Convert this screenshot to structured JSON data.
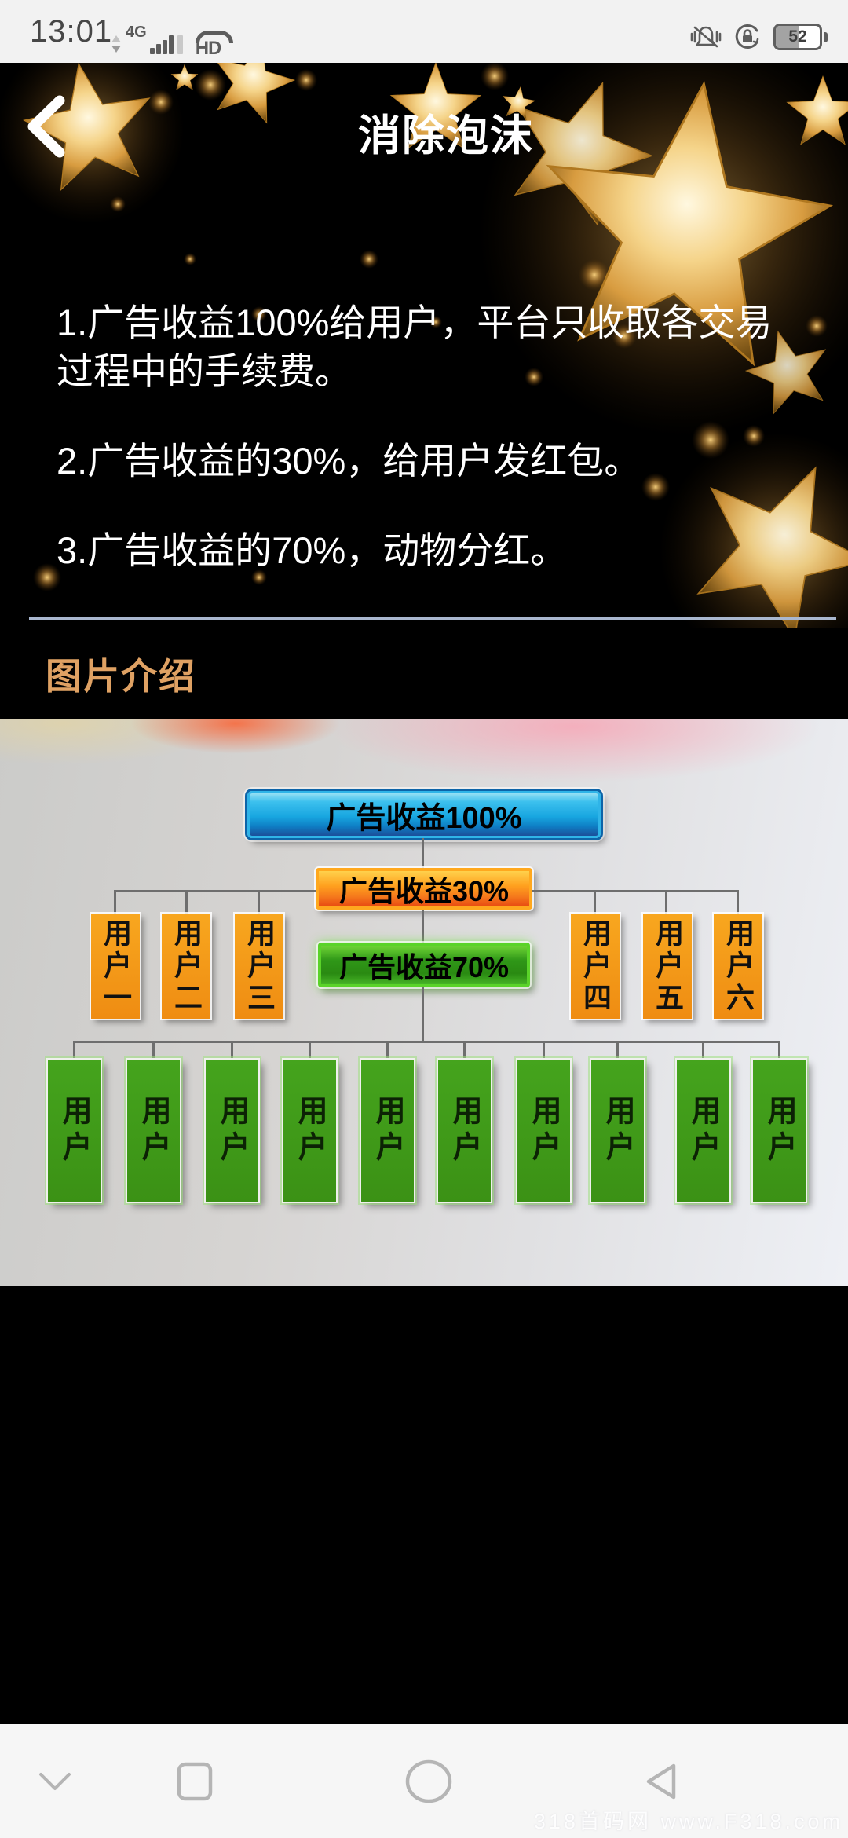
{
  "status_bar": {
    "time": "13:01",
    "network_label": "4G",
    "volte_label": "HD",
    "battery_percent": "52",
    "icons": [
      "data-traffic-arrows-icon",
      "signal-bars-icon",
      "sim2-signal-icon",
      "volte-hd-icon",
      "vibrate-icon",
      "rotation-lock-icon",
      "battery-icon"
    ]
  },
  "header": {
    "back_icon": "chevron-left-icon",
    "title": "消除泡沫"
  },
  "intro": {
    "paragraphs": [
      "1.广告收益100%给用户，平台只收取各交易过程中的手续费。",
      "2.广告收益的30%，给用户发红包。",
      "3.广告收益的70%，动物分红。"
    ]
  },
  "section": {
    "title": "图片介绍",
    "title_color": "#dfa163"
  },
  "diagram": {
    "type": "org-chart",
    "root_label": "广告收益100%",
    "level2_label": "广告收益30%",
    "level3_label": "广告收益70%",
    "side_users": [
      "用户一",
      "用户二",
      "用户三",
      "用户四",
      "用户五",
      "用户六"
    ],
    "bottom_users": [
      "用户",
      "用户",
      "用户",
      "用户",
      "用户",
      "用户",
      "用户",
      "用户",
      "用户",
      "用户"
    ],
    "colors": {
      "root_box": "#18a6e0",
      "level2_box": "#f78f1a",
      "level3_box": "#2f9718",
      "side_box": "#f39a18",
      "bottom_box": "#3d9a17",
      "connector": "#6e6e6e",
      "divider": "#a9b7cf"
    }
  },
  "nav_bar": {
    "icons": [
      "chevron-down-icon",
      "recents-square-icon",
      "home-circle-icon",
      "back-triangle-icon"
    ]
  },
  "watermark": "318首码网 www.F318.com"
}
